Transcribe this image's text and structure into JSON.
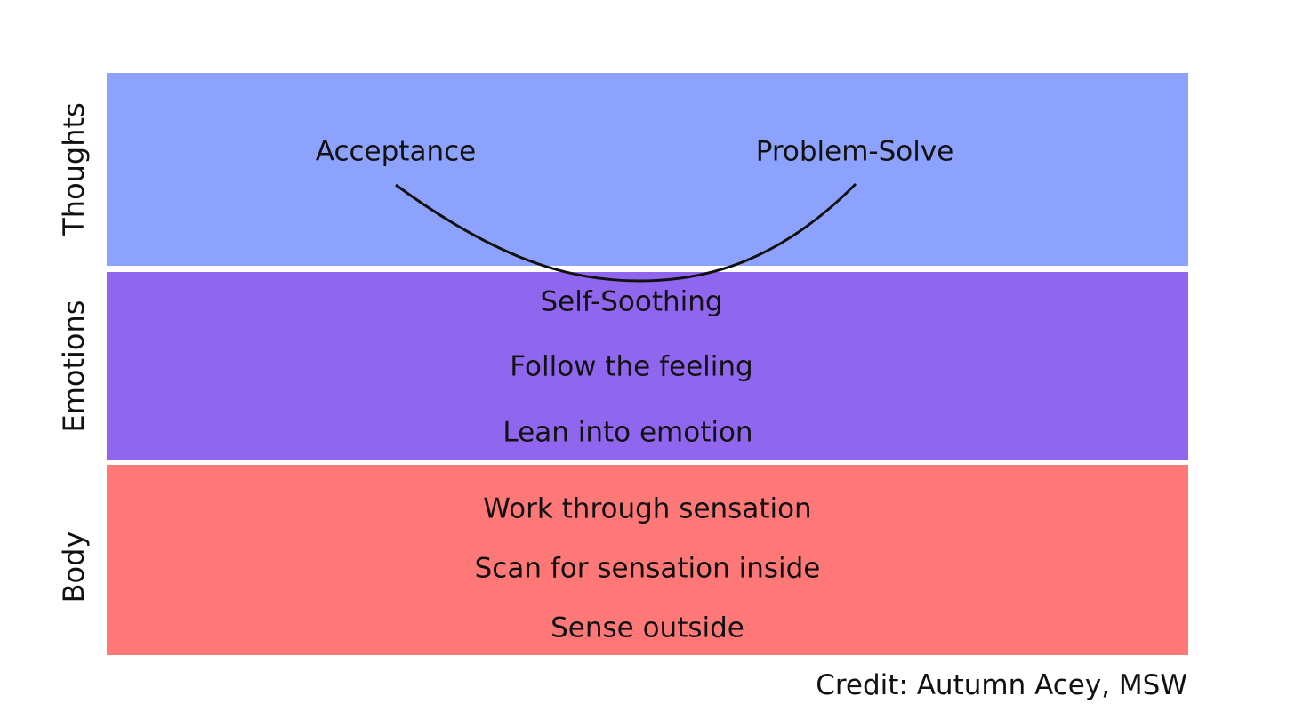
{
  "colors": {
    "thoughts": "#8da2fd",
    "emotions": "#9166ee",
    "body": "#fe7878",
    "text": "#111111",
    "arc": "#111111"
  },
  "bands": {
    "thoughts": {
      "label": "Thoughts",
      "items": [
        "Acceptance",
        "Problem-Solve"
      ]
    },
    "emotions": {
      "label": "Emotions",
      "items": [
        "Self-Soothing",
        "Follow the feeling",
        "Lean into emotion"
      ]
    },
    "body": {
      "label": "Body",
      "items": [
        "Work through sensation",
        "Scan for sensation inside",
        "Sense outside"
      ]
    }
  },
  "credit": "Credit: Autumn Acey, MSW"
}
